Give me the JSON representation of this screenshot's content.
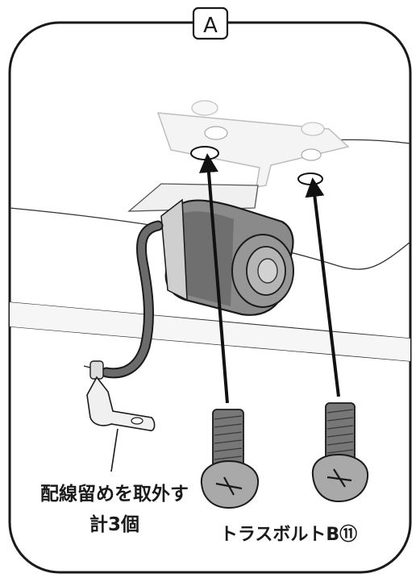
{
  "panel": {
    "label": "A"
  },
  "callouts": {
    "cable_clip": {
      "line1": "配線留めを取外す",
      "line2": "計3個"
    },
    "bolt": {
      "text": "トラスボルトB⑪"
    }
  },
  "colors": {
    "outline": "#1a1a1a",
    "camera_body": "#8a8a8a",
    "camera_dark": "#5e5e5e",
    "cable": "#6b6b6b",
    "bolt_thread": "#777777",
    "bolt_head": "#a9a9a9",
    "bracket": "#f2f2f2"
  }
}
